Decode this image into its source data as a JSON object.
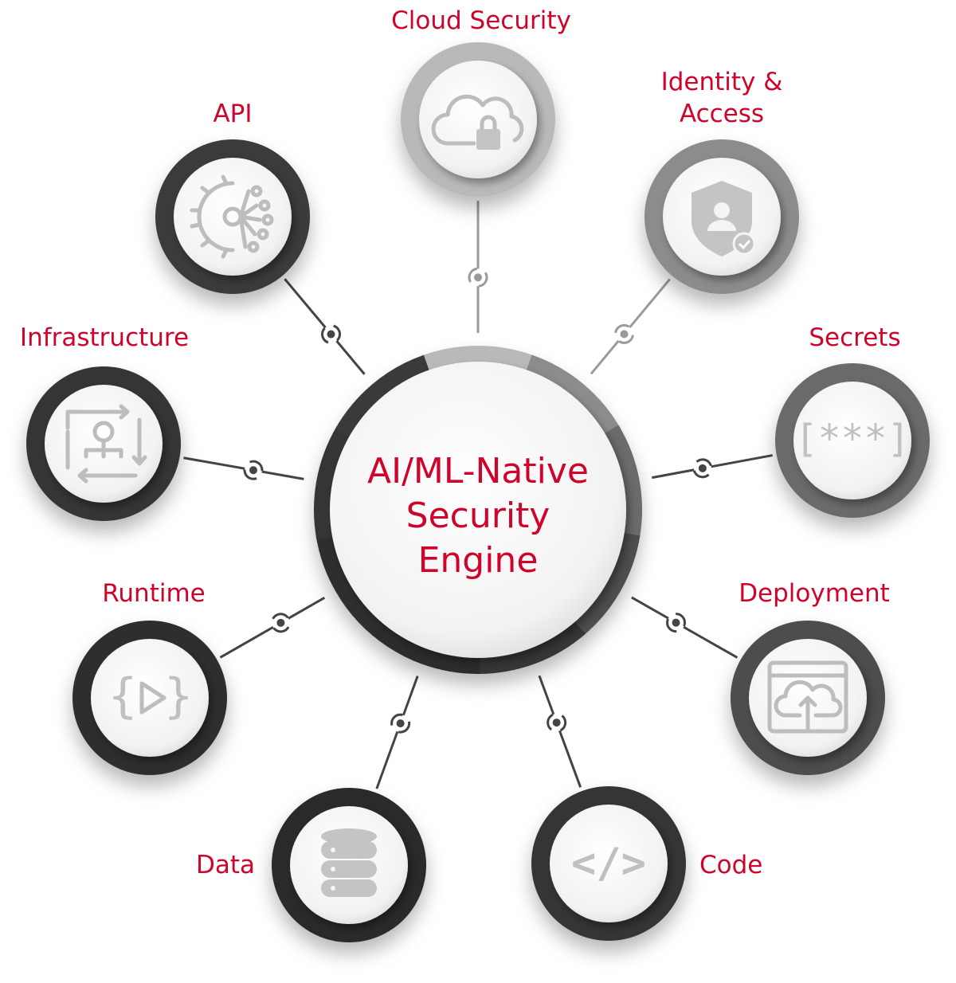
{
  "center": {
    "title_lines": [
      "AI/ML-Native",
      "Security",
      "Engine"
    ]
  },
  "nodes": [
    {
      "label_lines": [
        "Cloud Security"
      ],
      "icon": "cloud-lock-icon",
      "ring_color": "#b9b9b9"
    },
    {
      "label_lines": [
        "Identity &",
        "Access"
      ],
      "icon": "shield-user-icon",
      "ring_color": "#8c8c8c"
    },
    {
      "label_lines": [
        "Secrets"
      ],
      "icon": "masked-secret-icon",
      "ring_color": "#6b6b6b"
    },
    {
      "label_lines": [
        "Deployment"
      ],
      "icon": "cloud-deploy-icon",
      "ring_color": "#4d4d4d"
    },
    {
      "label_lines": [
        "Code"
      ],
      "icon": "code-brackets-icon",
      "ring_color": "#363636"
    },
    {
      "label_lines": [
        "Data"
      ],
      "icon": "database-icon",
      "ring_color": "#2c2c2c"
    },
    {
      "label_lines": [
        "Runtime"
      ],
      "icon": "runtime-play-icon",
      "ring_color": "#2e2e2e"
    },
    {
      "label_lines": [
        "Infrastructure"
      ],
      "icon": "infrastructure-workflow-icon",
      "ring_color": "#353535"
    },
    {
      "label_lines": [
        "API"
      ],
      "icon": "api-gear-icon",
      "ring_color": "#3a3a3a"
    }
  ],
  "icon_glyphs": {
    "secrets": "[***]",
    "code": "</>",
    "runtime_open": "{",
    "runtime_close": "}"
  },
  "colors": {
    "accent": "#d0032b",
    "icon_gray": "#bdbdbd",
    "connector": "#444444"
  }
}
